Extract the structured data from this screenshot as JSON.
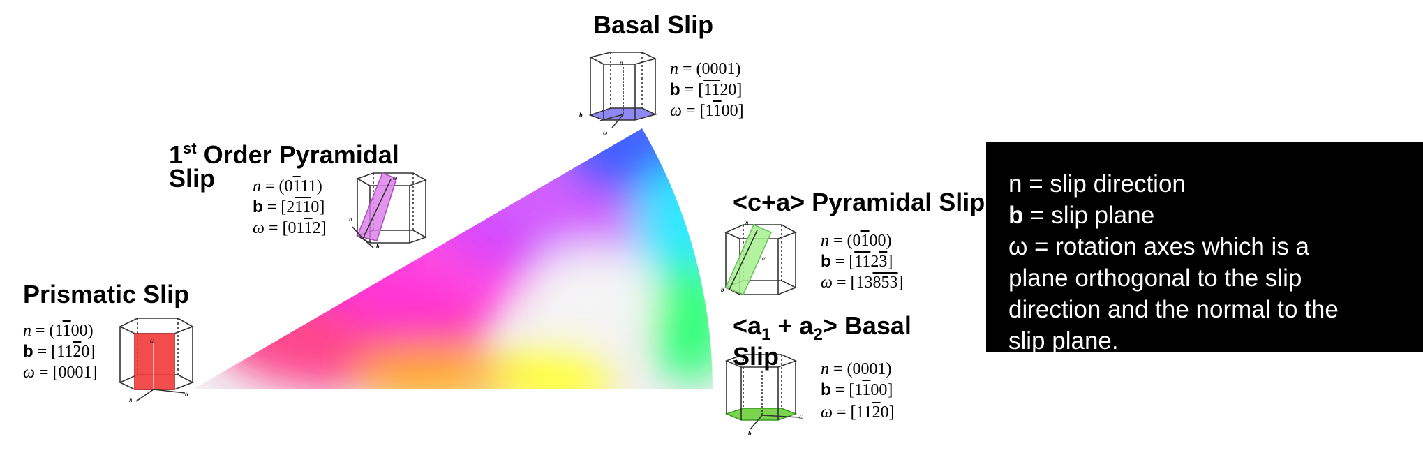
{
  "titles": {
    "basal": "Basal Slip",
    "pyr1_prefix": "1",
    "pyr1_sup": "st",
    "pyr1_rest": " Order Pyramidal",
    "pyr1_line2": "Slip",
    "prismatic": "Prismatic Slip",
    "ca": "<c+a> Pyramidal Slip",
    "a1a2_open": "<a",
    "a1a2_sub1": "1",
    "a1a2_mid": " + a",
    "a1a2_sub2": "2",
    "a1a2_close": ">  Basal",
    "a1a2_line2": "Slip"
  },
  "symbols": {
    "n": "n",
    "b": "b",
    "omega": "ω",
    "eq": " = "
  },
  "indices": {
    "basal": {
      "n": "(0001)",
      "b": [
        "[",
        "1",
        "1",
        "20]"
      ],
      "w": [
        "[1",
        "1",
        "00]"
      ]
    },
    "pyr1": {
      "n": [
        "(0",
        "1",
        "11)"
      ],
      "b": [
        "[2",
        "1",
        "1",
        "0]"
      ],
      "w": [
        "[01",
        "1",
        "2]"
      ]
    },
    "prismatic": {
      "n": [
        "(1",
        "1",
        "00)"
      ],
      "b": [
        "[11",
        "2",
        "0]"
      ],
      "w": "[0001]"
    },
    "ca": {
      "n": [
        "(0",
        "1",
        "00)"
      ],
      "b": [
        "[",
        "1",
        "1",
        "2",
        "3",
        "]"
      ],
      "w": [
        "[13",
        "8",
        "5",
        "3",
        "]"
      ]
    },
    "a1a2": {
      "n": "(0001)",
      "b": [
        "[1",
        "1",
        "00]"
      ],
      "w": [
        "[11",
        "2",
        "0]"
      ]
    }
  },
  "icon_labels": {
    "n": "n",
    "b": "b",
    "omega": "ω"
  },
  "legend_panel": {
    "line1_sym": "n",
    "line1_rest": " = slip direction",
    "line2_sym": "b",
    "line2_rest": " = slip plane",
    "line3": "ω = rotation axes which is a",
    "line4": "plane orthogonal to the slip",
    "line5": "direction and the normal to the",
    "line6": "slip plane."
  },
  "colors": {
    "basal": "#7b72f2",
    "pyr1": "#d97be8",
    "prismatic": "#f03a3a",
    "ca": "#a6f08e",
    "a1a2": "#6ccf3a",
    "panel_bg": "#000000",
    "panel_text": "#ffffff"
  },
  "colormap": {
    "corner_prismatic": "#ff0000",
    "corner_basal": "#0000ff",
    "corner_a1a2": "#00ff00"
  }
}
